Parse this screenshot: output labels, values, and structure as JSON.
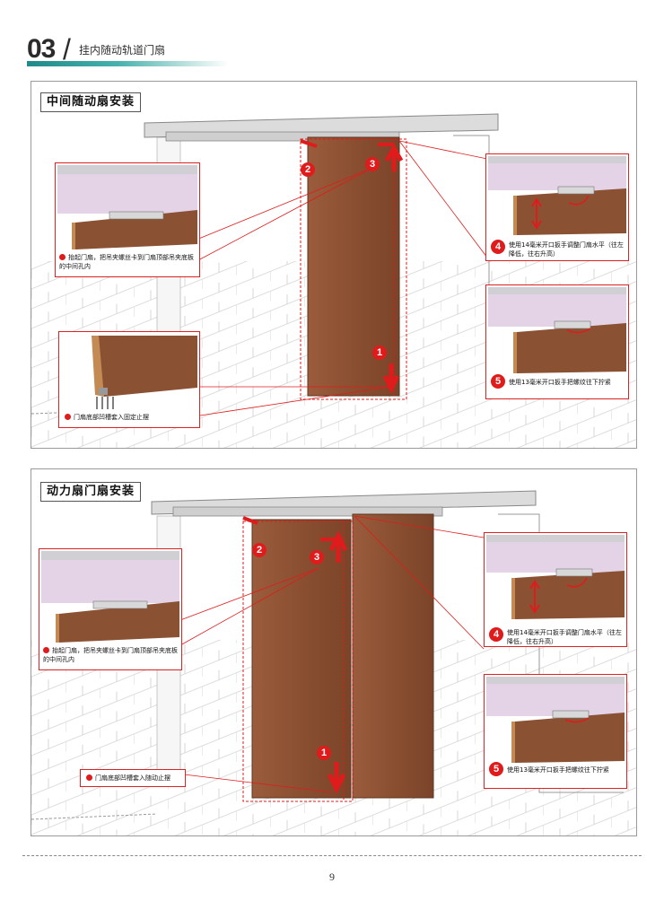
{
  "header": {
    "number": "03",
    "slash": "/",
    "title": "挂内随动轨道门扇"
  },
  "section1": {
    "title": "中间随动扇安装",
    "step1_caption": "门扇底部凹槽套入固定止摆",
    "step23_caption": "抬起门扇，把吊夹螺丝卡到门扇顶部吊夹底板的中间孔内",
    "step4_caption": "使用14毫米开口扳手调整门扇水平（往左降低，往右升高）",
    "step5_caption": "使用13毫米开口扳手把螺纹往下拧紧"
  },
  "section2": {
    "title": "动力扇门扇安装",
    "step1_caption": "门扇底部凹槽套入随动止摆",
    "step23_caption": "抬起门扇，把吊夹螺丝卡到门扇顶部吊夹底板的中间孔内",
    "step4_caption": "使用14毫米开口扳手调整门扇水平（往左降低，往右升高）",
    "step5_caption": "使用13毫米开口扳手把螺纹往下拧紧"
  },
  "steps": {
    "s1": "1",
    "s2": "2",
    "s3": "3",
    "s4": "4",
    "s5": "5"
  },
  "page_number": "9",
  "colors": {
    "accent_red": "#e01b1b",
    "header_teal": "#1f8a8a",
    "rail_pink": "#e4d2e6",
    "door_wood": "#8a5133"
  }
}
